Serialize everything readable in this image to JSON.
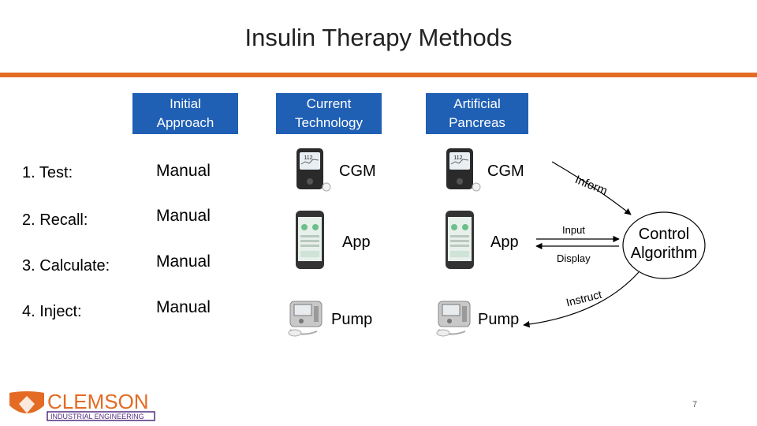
{
  "slide": {
    "title": "Insulin Therapy Methods",
    "page_number": "7"
  },
  "columns": {
    "initial": "Initial\nApproach",
    "current": "Current\nTechnology",
    "artificial": "Artificial\nPancreas"
  },
  "steps": [
    {
      "number": "1.",
      "label": "Test:",
      "initial": "Manual"
    },
    {
      "number": "2.",
      "label": "Recall:",
      "initial": "Manual"
    },
    {
      "number": "3.",
      "label": "Calculate:",
      "initial": "Manual"
    },
    {
      "number": "4.",
      "label": "Inject:",
      "initial": "Manual"
    }
  ],
  "current": {
    "cgm": "CGM",
    "app": "App",
    "pump": "Pump"
  },
  "artificial": {
    "cgm": "CGM",
    "app": "App",
    "pump": "Pump"
  },
  "flow": {
    "inform": "Inform",
    "input": "Input",
    "display": "Display",
    "instruct": "Instruct",
    "algorithm": "Control\nAlgorithm"
  },
  "logo": {
    "name": "CLEMSON",
    "subtitle": "INDUSTRIAL ENGINEERING"
  },
  "cgm_reading": "112",
  "colors": {
    "accent": "#e46b24",
    "header_blue": "#1f5fb4",
    "logo_orange": "#e46b24",
    "logo_purple": "#522d80"
  }
}
